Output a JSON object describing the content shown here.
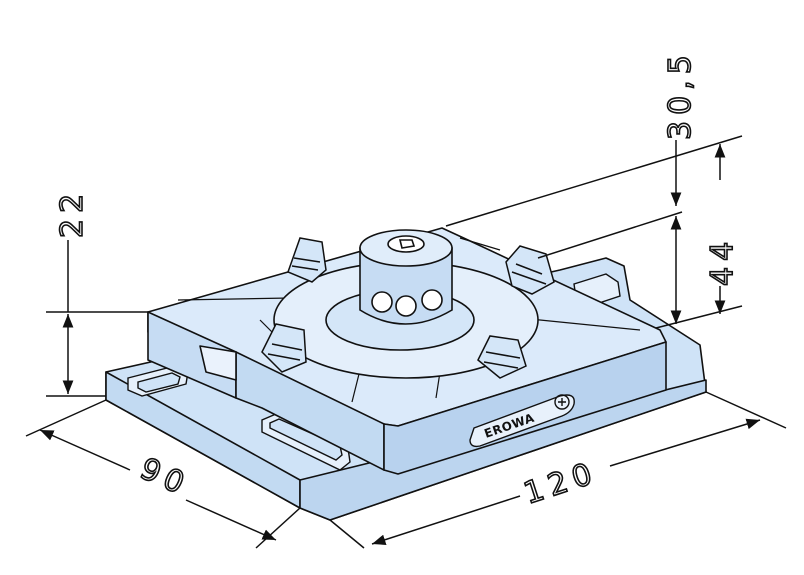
{
  "dimensions": {
    "height_top": "30,5",
    "height_left": "22",
    "height_right": "44",
    "depth": "90",
    "width": "120"
  },
  "brand": {
    "logo_text": "EROWA"
  },
  "colors": {
    "body_fill": "#cfe3f7",
    "outline": "#111111",
    "background": "#ffffff"
  }
}
